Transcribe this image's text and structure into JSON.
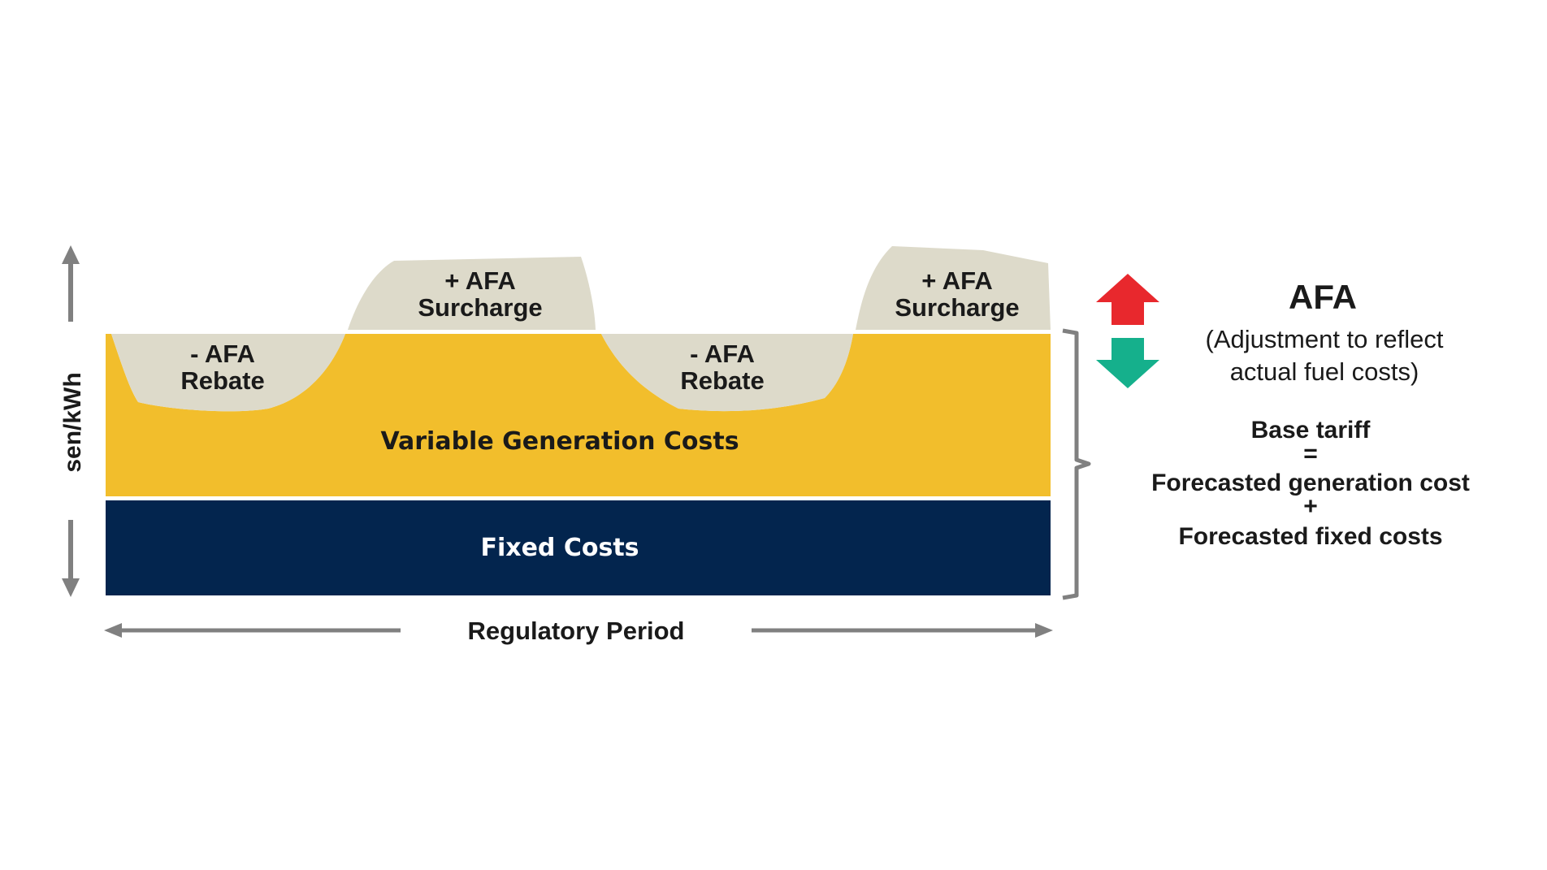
{
  "colors": {
    "variable_fill": "#F2BE2C",
    "fixed_fill": "#03254E",
    "afa_fill": "#DDDACA",
    "axis_gray": "#808080",
    "up_arrow": "#E8282D",
    "down_arrow": "#15B08C",
    "text": "#1a1a1a",
    "fixed_text": "#ffffff"
  },
  "y_axis": {
    "label": "sen/kWh"
  },
  "x_axis": {
    "label": "Regulatory Period"
  },
  "bands": {
    "variable": "Variable Generation Costs",
    "fixed": "Fixed Costs"
  },
  "adjustments": [
    {
      "type": "rebate",
      "line1": "- AFA",
      "line2": "Rebate"
    },
    {
      "type": "surcharge",
      "line1": "+ AFA",
      "line2": "Surcharge"
    },
    {
      "type": "rebate",
      "line1": "- AFA",
      "line2": "Rebate"
    },
    {
      "type": "surcharge",
      "line1": "+ AFA",
      "line2": "Surcharge"
    }
  ],
  "legend": {
    "title": "AFA",
    "subtitle_line1": "(Adjustment to reflect",
    "subtitle_line2": "actual fuel costs)",
    "up_icon": "up-arrow-icon",
    "down_icon": "down-arrow-icon"
  },
  "formula": {
    "line1": "Base tariff",
    "line2": "=",
    "line3": "Forecasted generation cost",
    "line4": "+",
    "line5": "Forecasted fixed costs"
  }
}
